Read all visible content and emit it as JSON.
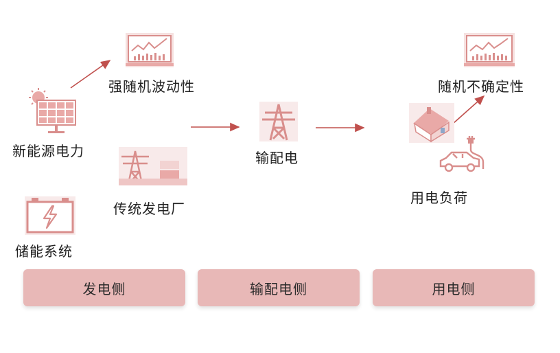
{
  "labels": {
    "renewable": "新能源电力",
    "strong_volatility": "强随机波动性",
    "traditional_plant": "传统发电厂",
    "storage": "储能系统",
    "transmission": "输配电",
    "random_uncertainty": "随机不确定性",
    "load": "用电负荷"
  },
  "tabs": {
    "generation": "发电侧",
    "transmission": "输配电侧",
    "consumption": "用电侧"
  },
  "colors": {
    "arrow": "#c0504d",
    "icon": "#d98e8c",
    "icon_light": "#f2d3d2",
    "tab_bg": "#e8b8b7"
  }
}
